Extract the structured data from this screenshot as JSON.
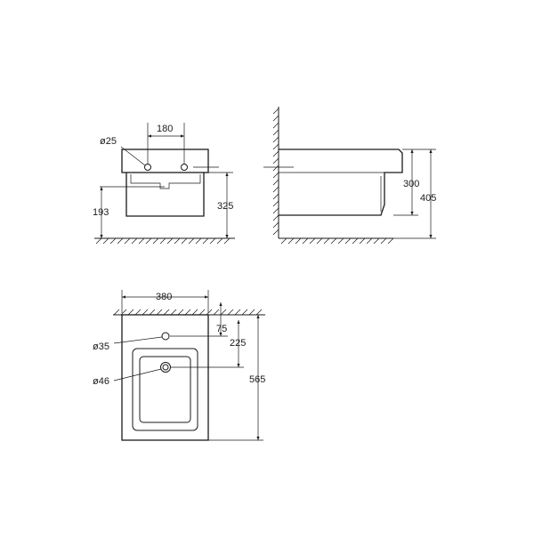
{
  "front_view": {
    "dim_top": "180",
    "dim_hole": "ø25",
    "dim_left": "193",
    "dim_right": "325"
  },
  "side_view": {
    "dim_inner": "300",
    "dim_outer": "405"
  },
  "top_view": {
    "dim_width": "380",
    "dim_75": "75",
    "dim_225": "225",
    "dim_565": "565",
    "dim_hole_small": "ø35",
    "dim_hole_drain": "ø46"
  },
  "colors": {
    "line": "#1a1a1a",
    "background": "#ffffff"
  }
}
